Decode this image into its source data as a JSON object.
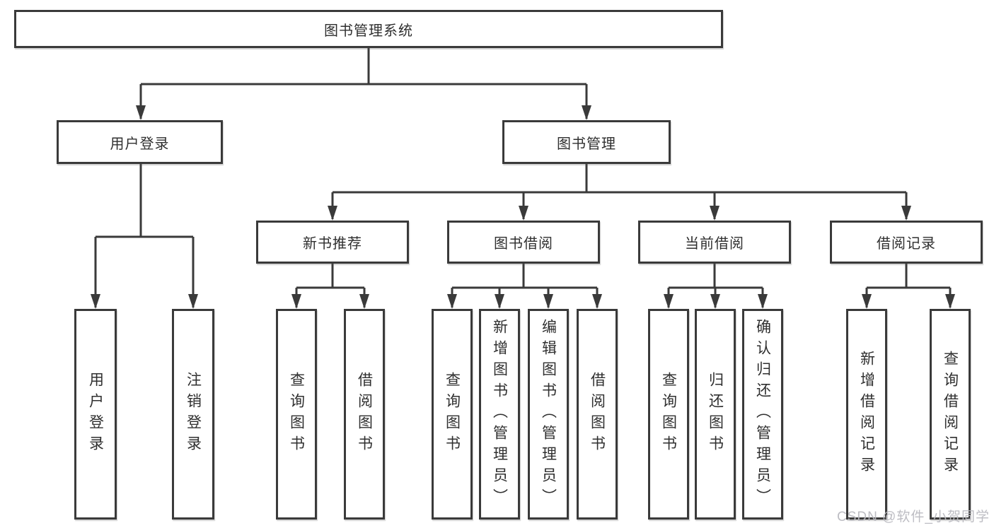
{
  "diagram": {
    "root": {
      "label": "图书管理系统"
    },
    "level2": [
      {
        "id": "user-login",
        "label": "用户登录"
      },
      {
        "id": "book-management",
        "label": "图书管理"
      }
    ],
    "level3": [
      {
        "id": "new-book-recommend",
        "parent": "图书管理",
        "label": "新书推荐"
      },
      {
        "id": "book-borrowing",
        "parent": "图书管理",
        "label": "图书借阅"
      },
      {
        "id": "current-borrowing",
        "parent": "图书管理",
        "label": "当前借阅"
      },
      {
        "id": "borrowing-records",
        "parent": "图书管理",
        "label": "借阅记录"
      }
    ],
    "leaves": [
      {
        "parent": "用户登录",
        "label": "用户登录"
      },
      {
        "parent": "用户登录",
        "label": "注销登录"
      },
      {
        "parent": "新书推荐",
        "label": "查询图书"
      },
      {
        "parent": "新书推荐",
        "label": "借阅图书"
      },
      {
        "parent": "图书借阅",
        "label": "查询图书"
      },
      {
        "parent": "图书借阅",
        "label": "新增图书（管理员）"
      },
      {
        "parent": "图书借阅",
        "label": "编辑图书（管理员）"
      },
      {
        "parent": "图书借阅",
        "label": "借阅图书"
      },
      {
        "parent": "当前借阅",
        "label": "查询图书"
      },
      {
        "parent": "当前借阅",
        "label": "归还图书"
      },
      {
        "parent": "当前借阅",
        "label": "确认归还（管理员）"
      },
      {
        "parent": "借阅记录",
        "label": "新增借阅记录"
      },
      {
        "parent": "借阅记录",
        "label": "查询借阅记录"
      }
    ],
    "line_color": "#3a3a3a"
  },
  "watermark": {
    "text": "CSDN @软件_小贺同学"
  }
}
